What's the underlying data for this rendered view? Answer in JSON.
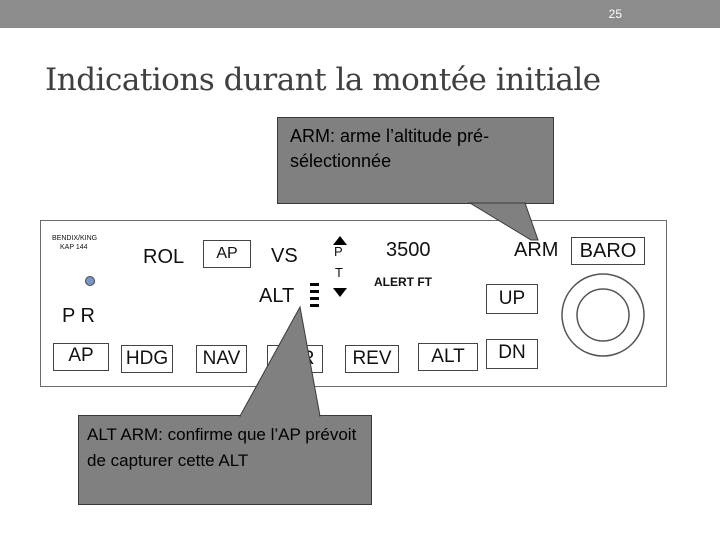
{
  "slide": {
    "page_number": "25",
    "title": "Indications durant la montée initiale"
  },
  "panel": {
    "brand_line1": "BENDIX/KING",
    "brand_line2": "KAP 144",
    "rol": "ROL",
    "ap_indicator": "AP",
    "vs": "VS",
    "pt_p": "P",
    "pt_t": "T",
    "altitude_value": "3500",
    "alt_mode": "ALT",
    "alert_ft": "ALERT FT",
    "arm": "ARM",
    "baro": "BARO",
    "pr_label": "P  R",
    "buttons": {
      "ap": "AP",
      "hdg": "HDG",
      "nav": "NAV",
      "apr": "APR",
      "rev": "REV",
      "alt": "ALT",
      "up": "UP",
      "dn": "DN"
    }
  },
  "callouts": {
    "arm": "ARM: arme l’altitude pré-sélectionnée",
    "alt_arm": "ALT ARM: confirme que l’AP prévoit de capturer cette ALT"
  },
  "colors": {
    "header_bar": "#8c8c8c",
    "callout_fill": "#808080"
  }
}
